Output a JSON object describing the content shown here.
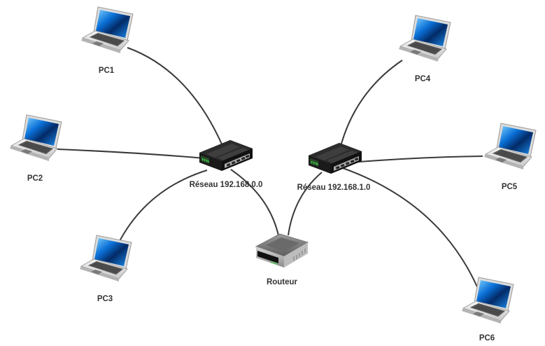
{
  "diagram": {
    "title": "",
    "nodes": [
      {
        "id": "pc1",
        "type": "laptop",
        "label": "PC1"
      },
      {
        "id": "pc2",
        "type": "laptop",
        "label": "PC2"
      },
      {
        "id": "pc3",
        "type": "laptop",
        "label": "PC3"
      },
      {
        "id": "pc4",
        "type": "laptop",
        "label": "PC4"
      },
      {
        "id": "pc5",
        "type": "laptop",
        "label": "PC5"
      },
      {
        "id": "pc6",
        "type": "laptop",
        "label": "PC6"
      },
      {
        "id": "sw1",
        "type": "switch",
        "label": "Réseau 192.168.0.0"
      },
      {
        "id": "sw2",
        "type": "switch",
        "label": "Réseau 192.168.1.0"
      },
      {
        "id": "router",
        "type": "router",
        "label": "Routeur"
      }
    ],
    "edges": [
      {
        "from": "pc1",
        "to": "sw1"
      },
      {
        "from": "pc2",
        "to": "sw1"
      },
      {
        "from": "pc3",
        "to": "sw1"
      },
      {
        "from": "sw1",
        "to": "router"
      },
      {
        "from": "router",
        "to": "sw2"
      },
      {
        "from": "pc4",
        "to": "sw2"
      },
      {
        "from": "pc5",
        "to": "sw2"
      },
      {
        "from": "pc6",
        "to": "sw2"
      }
    ],
    "colors": {
      "cable": "#3a3a3a",
      "screen": "#0a6fd6",
      "device_dark": "#1e1e1e",
      "led": "#3cd24a"
    }
  }
}
